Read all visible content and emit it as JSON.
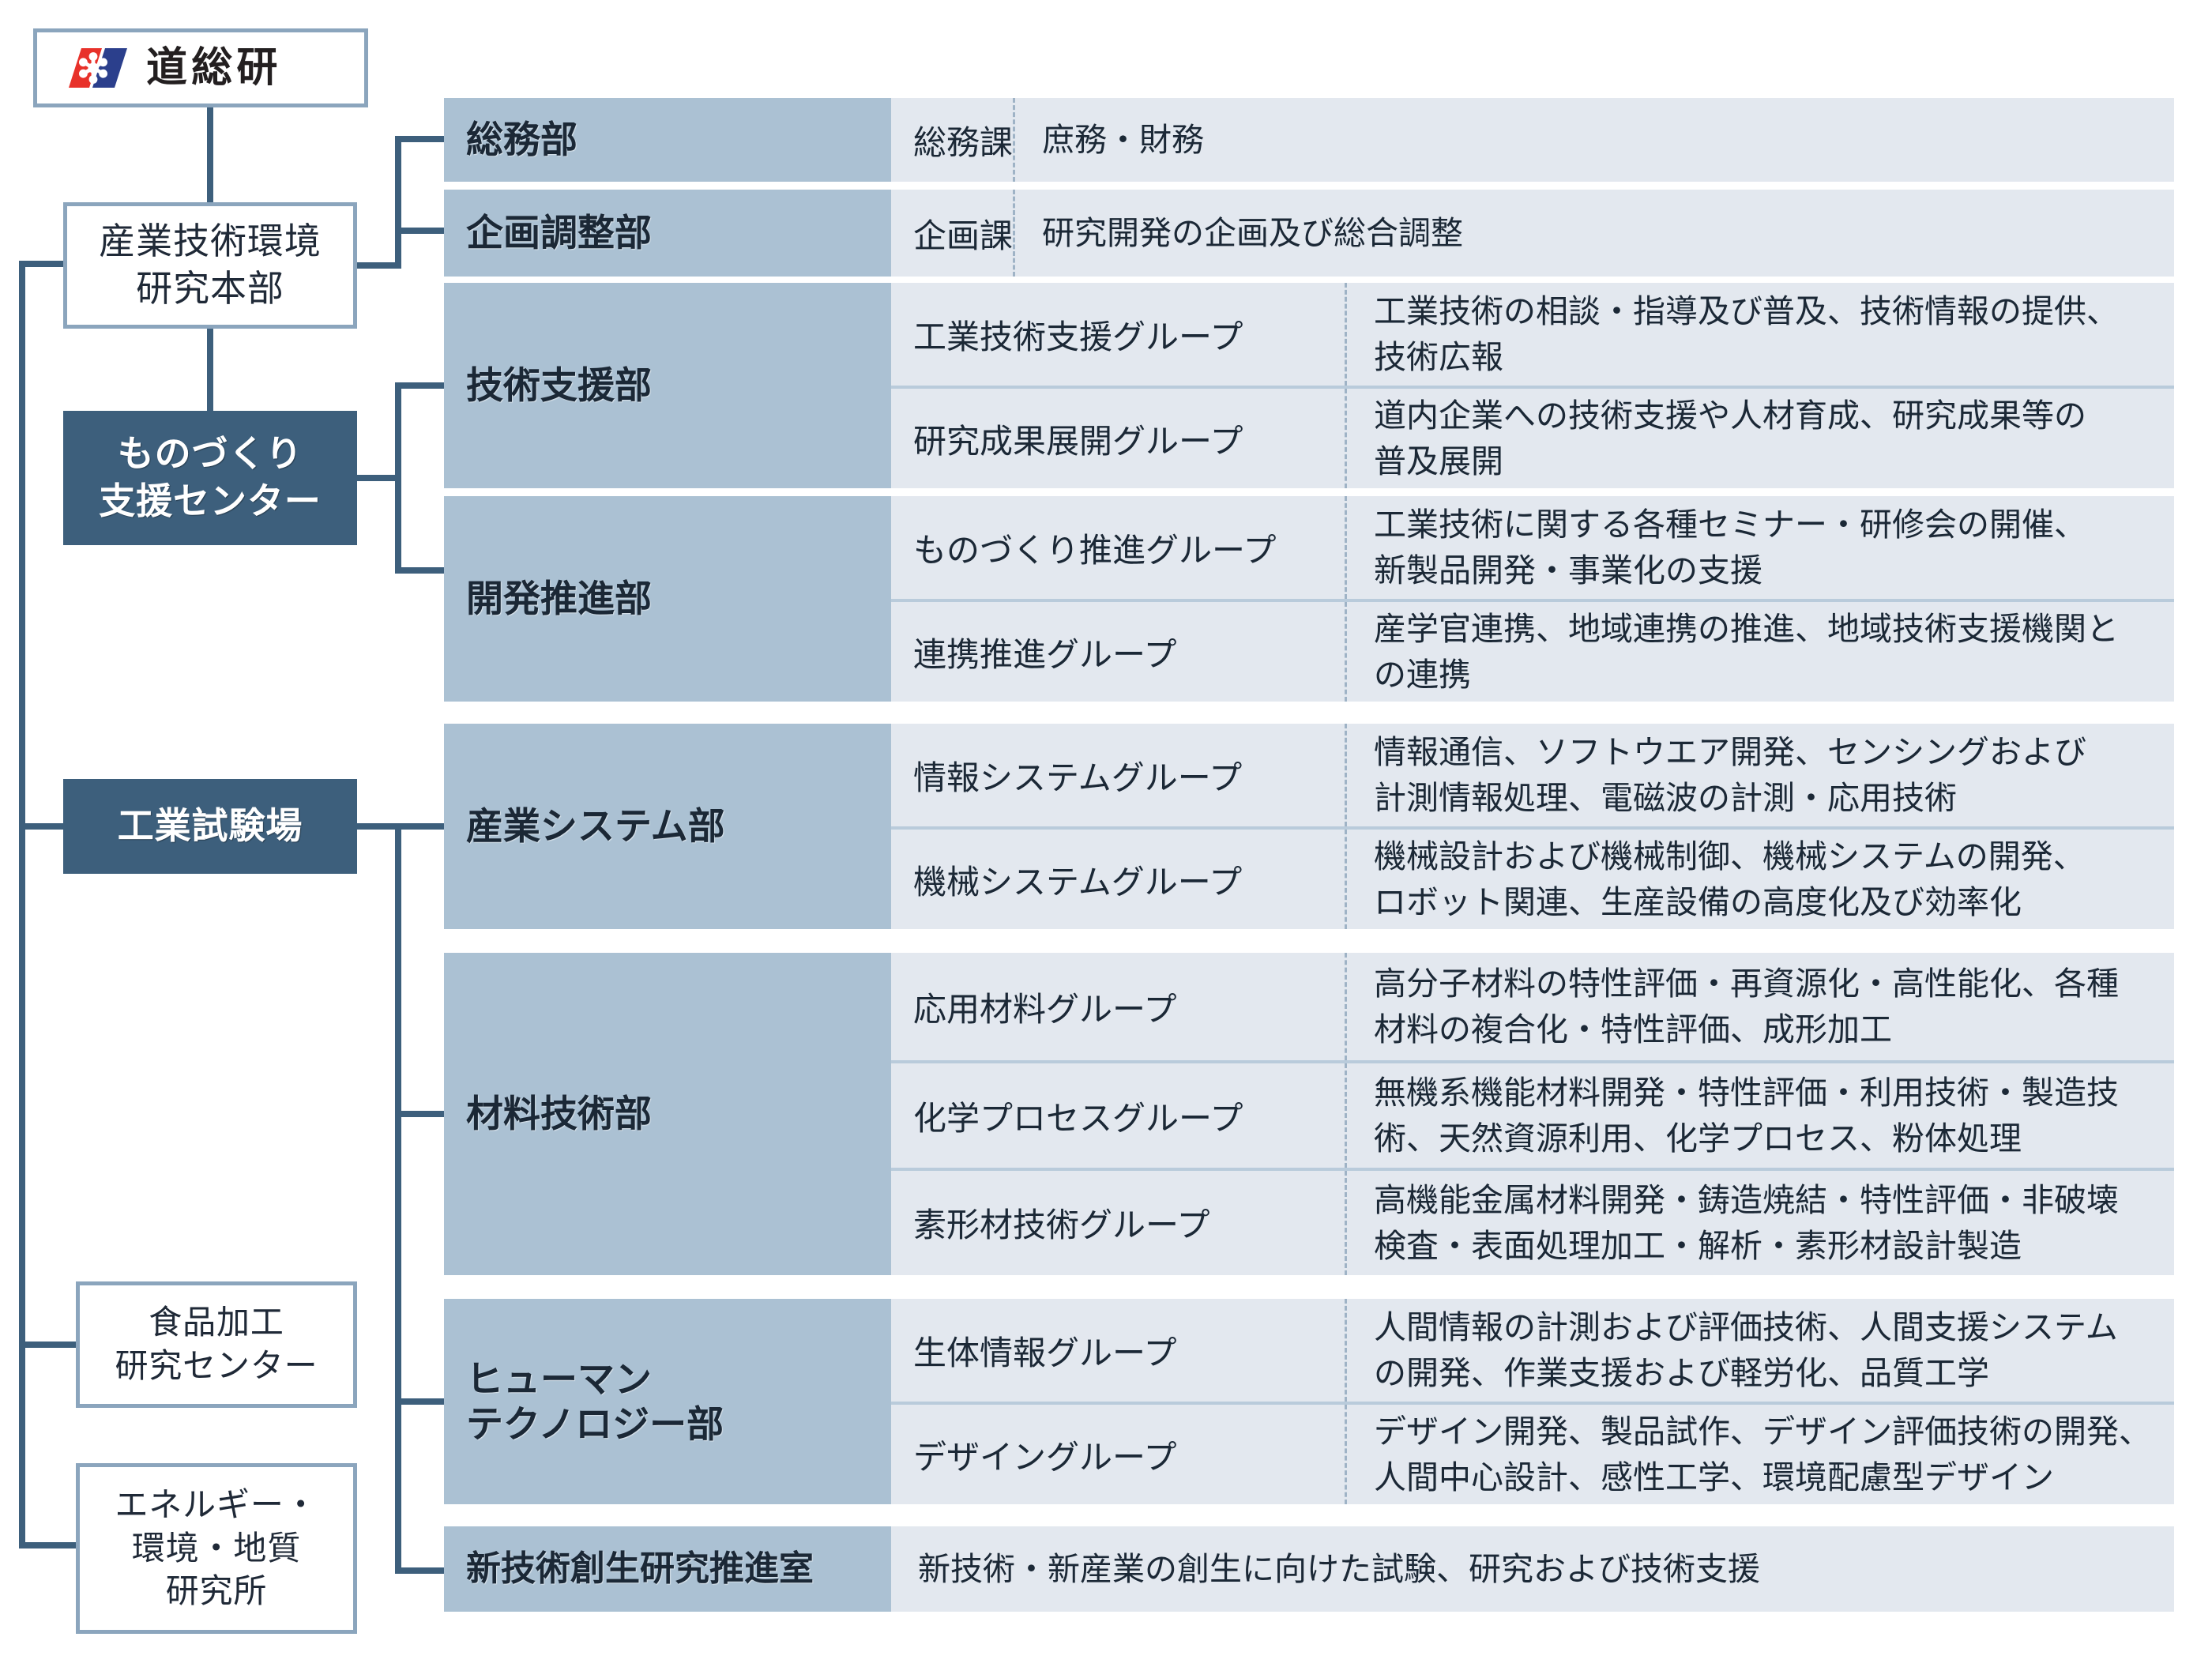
{
  "org": {
    "root": {
      "title": "道総研",
      "logo_icon": "dosoken-snowflake-logo",
      "logo_colors": {
        "red": "#e8312a",
        "blue": "#2b3f8c"
      }
    },
    "left_nodes": [
      {
        "id": "honbu",
        "label": "産業技術環境\n研究本部",
        "style": "outline"
      },
      {
        "id": "mono",
        "label": "ものづくり\n支援センター",
        "style": "filled"
      },
      {
        "id": "kougyou",
        "label": "工業試験場",
        "style": "filled"
      },
      {
        "id": "shokuhin",
        "label": "食品加工\n研究センター",
        "style": "outline"
      },
      {
        "id": "energy",
        "label": "エネルギー・\n環境・地質\n研究所",
        "style": "outline"
      }
    ]
  },
  "colors": {
    "connector": "#3d5f7c",
    "dept_cell": "#abc1d3",
    "detail_cell": "#e3e8ef",
    "outline_border": "#8ba5bd",
    "filled_box": "#3d5f7c",
    "text": "#1b2836",
    "divider": "#9fb3c6"
  },
  "departments": [
    {
      "name": "総務部",
      "groups": [
        {
          "group": "総務課",
          "desc": "庶務・財務"
        }
      ]
    },
    {
      "name": "企画調整部",
      "groups": [
        {
          "group": "企画課",
          "desc": "研究開発の企画及び総合調整"
        }
      ]
    },
    {
      "name": "技術支援部",
      "groups": [
        {
          "group": "工業技術支援グループ",
          "desc": "工業技術の相談・指導及び普及、技術情報の提供、\n技術広報"
        },
        {
          "group": "研究成果展開グループ",
          "desc": "道内企業への技術支援や人材育成、研究成果等の\n普及展開"
        }
      ]
    },
    {
      "name": "開発推進部",
      "groups": [
        {
          "group": "ものづくり推進グループ",
          "desc": "工業技術に関する各種セミナー・研修会の開催、\n新製品開発・事業化の支援"
        },
        {
          "group": "連携推進グループ",
          "desc": "産学官連携、地域連携の推進、地域技術支援機関と\nの連携"
        }
      ]
    },
    {
      "name": "産業システム部",
      "groups": [
        {
          "group": "情報システムグループ",
          "desc": "情報通信、ソフトウエア開発、センシングおよび\n計測情報処理、電磁波の計測・応用技術"
        },
        {
          "group": "機械システムグループ",
          "desc": "機械設計および機械制御、機械システムの開発、\nロボット関連、生産設備の高度化及び効率化"
        }
      ]
    },
    {
      "name": "材料技術部",
      "groups": [
        {
          "group": "応用材料グループ",
          "desc": "高分子材料の特性評価・再資源化・高性能化、各種\n材料の複合化・特性評価、成形加工"
        },
        {
          "group": "化学プロセスグループ",
          "desc": "無機系機能材料開発・特性評価・利用技術・製造技\n術、天然資源利用、化学プロセス、粉体処理"
        },
        {
          "group": "素形材技術グループ",
          "desc": "高機能金属材料開発・鋳造焼結・特性評価・非破壊\n検査・表面処理加工・解析・素形材設計製造"
        }
      ]
    },
    {
      "name": "ヒューマン\nテクノロジー部",
      "groups": [
        {
          "group": "生体情報グループ",
          "desc": "人間情報の計測および評価技術、人間支援システム\nの開発、作業支援および軽労化、品質工学"
        },
        {
          "group": "デザイングループ",
          "desc": "デザイン開発、製品試作、デザイン評価技術の開発、\n人間中心設計、感性工学、環境配慮型デザイン"
        }
      ]
    },
    {
      "name": "新技術創生研究推進室",
      "groups": [
        {
          "group": "",
          "desc": "新技術・新産業の創生に向けた試験、研究および技術支援"
        }
      ]
    }
  ]
}
